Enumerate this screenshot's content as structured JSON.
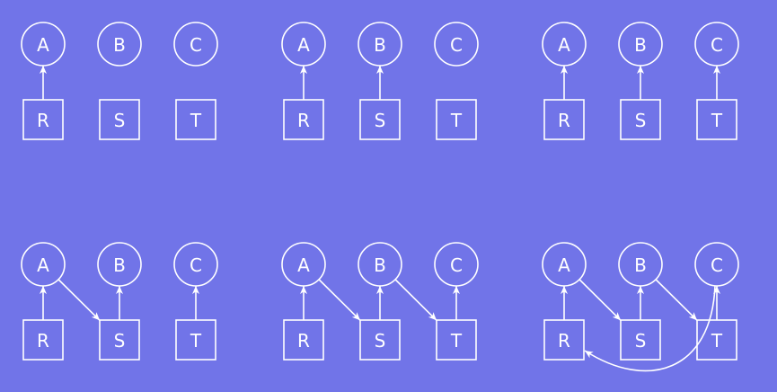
{
  "colors": {
    "background": "#7174e8",
    "stroke": "#ffffff",
    "text": "#ffffff"
  },
  "panels": [
    {
      "nodes": [
        {
          "id": "A",
          "shape": "circle",
          "label": "A"
        },
        {
          "id": "B",
          "shape": "circle",
          "label": "B"
        },
        {
          "id": "C",
          "shape": "circle",
          "label": "C"
        },
        {
          "id": "R",
          "shape": "square",
          "label": "R"
        },
        {
          "id": "S",
          "shape": "square",
          "label": "S"
        },
        {
          "id": "T",
          "shape": "square",
          "label": "T"
        }
      ],
      "edges": [
        {
          "from": "R",
          "to": "A"
        }
      ]
    },
    {
      "nodes": [
        {
          "id": "A",
          "shape": "circle",
          "label": "A"
        },
        {
          "id": "B",
          "shape": "circle",
          "label": "B"
        },
        {
          "id": "C",
          "shape": "circle",
          "label": "C"
        },
        {
          "id": "R",
          "shape": "square",
          "label": "R"
        },
        {
          "id": "S",
          "shape": "square",
          "label": "S"
        },
        {
          "id": "T",
          "shape": "square",
          "label": "T"
        }
      ],
      "edges": [
        {
          "from": "R",
          "to": "A"
        },
        {
          "from": "S",
          "to": "B"
        }
      ]
    },
    {
      "nodes": [
        {
          "id": "A",
          "shape": "circle",
          "label": "A"
        },
        {
          "id": "B",
          "shape": "circle",
          "label": "B"
        },
        {
          "id": "C",
          "shape": "circle",
          "label": "C"
        },
        {
          "id": "R",
          "shape": "square",
          "label": "R"
        },
        {
          "id": "S",
          "shape": "square",
          "label": "S"
        },
        {
          "id": "T",
          "shape": "square",
          "label": "T"
        }
      ],
      "edges": [
        {
          "from": "R",
          "to": "A"
        },
        {
          "from": "S",
          "to": "B"
        },
        {
          "from": "T",
          "to": "C"
        }
      ]
    },
    {
      "nodes": [
        {
          "id": "A",
          "shape": "circle",
          "label": "A"
        },
        {
          "id": "B",
          "shape": "circle",
          "label": "B"
        },
        {
          "id": "C",
          "shape": "circle",
          "label": "C"
        },
        {
          "id": "R",
          "shape": "square",
          "label": "R"
        },
        {
          "id": "S",
          "shape": "square",
          "label": "S"
        },
        {
          "id": "T",
          "shape": "square",
          "label": "T"
        }
      ],
      "edges": [
        {
          "from": "R",
          "to": "A"
        },
        {
          "from": "S",
          "to": "B"
        },
        {
          "from": "T",
          "to": "C"
        },
        {
          "from": "A",
          "to": "S"
        }
      ]
    },
    {
      "nodes": [
        {
          "id": "A",
          "shape": "circle",
          "label": "A"
        },
        {
          "id": "B",
          "shape": "circle",
          "label": "B"
        },
        {
          "id": "C",
          "shape": "circle",
          "label": "C"
        },
        {
          "id": "R",
          "shape": "square",
          "label": "R"
        },
        {
          "id": "S",
          "shape": "square",
          "label": "S"
        },
        {
          "id": "T",
          "shape": "square",
          "label": "T"
        }
      ],
      "edges": [
        {
          "from": "R",
          "to": "A"
        },
        {
          "from": "S",
          "to": "B"
        },
        {
          "from": "T",
          "to": "C"
        },
        {
          "from": "A",
          "to": "S"
        },
        {
          "from": "B",
          "to": "T"
        }
      ]
    },
    {
      "nodes": [
        {
          "id": "A",
          "shape": "circle",
          "label": "A"
        },
        {
          "id": "B",
          "shape": "circle",
          "label": "B"
        },
        {
          "id": "C",
          "shape": "circle",
          "label": "C"
        },
        {
          "id": "R",
          "shape": "square",
          "label": "R"
        },
        {
          "id": "S",
          "shape": "square",
          "label": "S"
        },
        {
          "id": "T",
          "shape": "square",
          "label": "T"
        }
      ],
      "edges": [
        {
          "from": "R",
          "to": "A"
        },
        {
          "from": "S",
          "to": "B"
        },
        {
          "from": "T",
          "to": "C"
        },
        {
          "from": "A",
          "to": "S"
        },
        {
          "from": "B",
          "to": "T"
        },
        {
          "from": "C",
          "to": "R",
          "curved": true
        }
      ]
    }
  ]
}
